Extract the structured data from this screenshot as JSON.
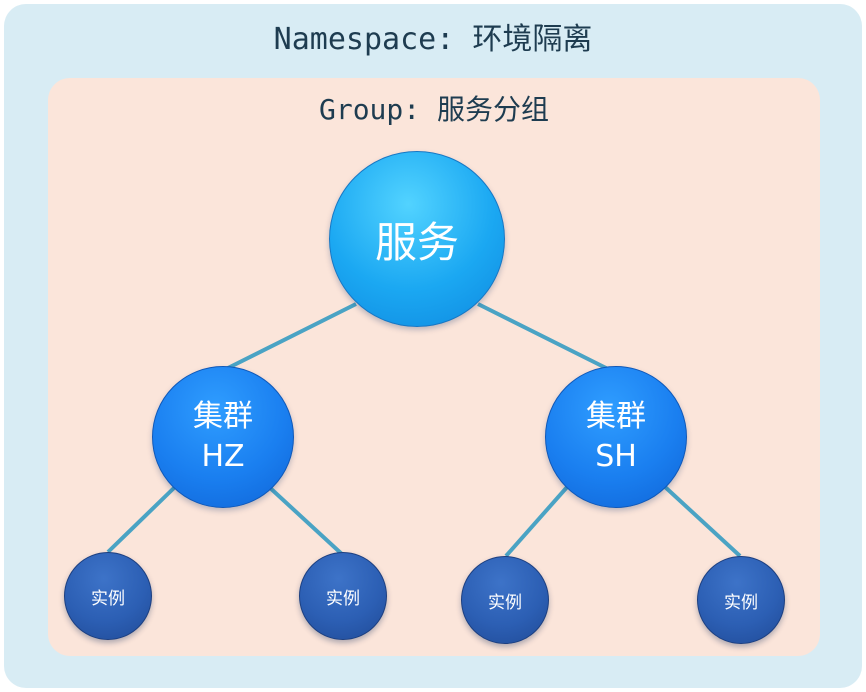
{
  "namespace": {
    "label": "Namespace: 环境隔离"
  },
  "group": {
    "label": "Group: 服务分组"
  },
  "service": {
    "label": "服务"
  },
  "clusters": [
    {
      "line1": "集群",
      "line2": "HZ"
    },
    {
      "line1": "集群",
      "line2": "SH"
    }
  ],
  "instances": [
    {
      "label": "实例"
    },
    {
      "label": "实例"
    },
    {
      "label": "实例"
    },
    {
      "label": "实例"
    }
  ],
  "colors": {
    "namespace_bg": "#d8ecf4",
    "group_bg": "#fbe5da",
    "edge": "#4aa3c4",
    "service": "#1ba8f2",
    "cluster": "#1a7ff0",
    "instance": "#2c5fb4"
  }
}
